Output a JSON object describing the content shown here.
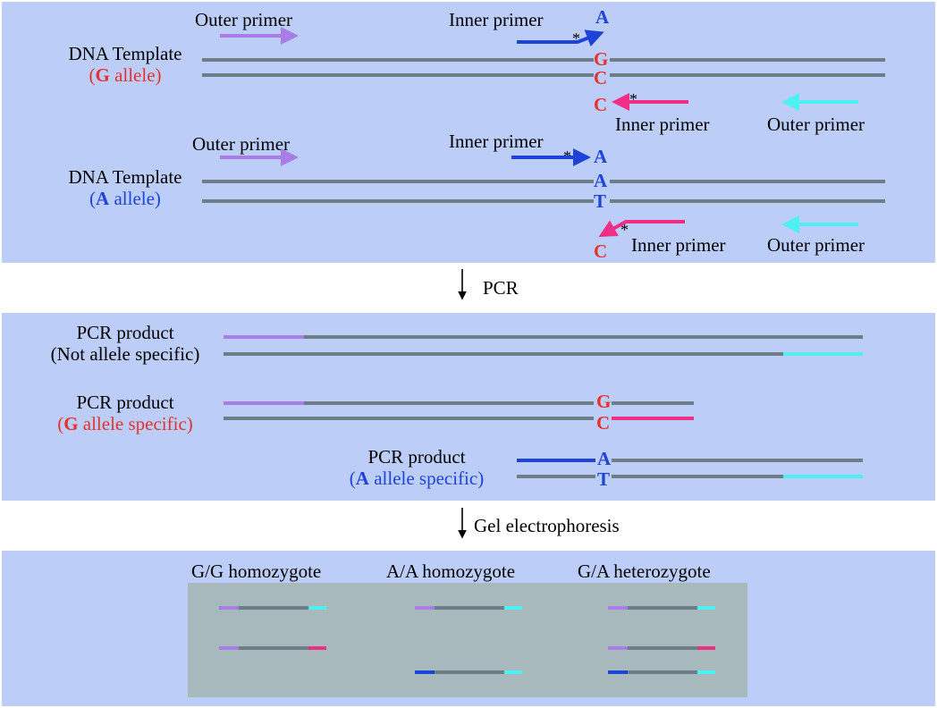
{
  "panel1": {
    "g_section": {
      "outer_primer_top": "Outer primer",
      "inner_primer_top": "Inner primer",
      "template_label": "DNA Template",
      "allele_open": "(",
      "allele_letter": "G",
      "allele_rest": " allele)",
      "base_primer_tip": "A",
      "base_top_strand": "G",
      "base_bottom_strand": "C",
      "base_reverse_tip": "C",
      "star": "*",
      "inner_primer_bottom": "Inner primer",
      "outer_primer_bottom": "Outer primer"
    },
    "a_section": {
      "outer_primer_top": "Outer primer",
      "inner_primer_top": "Inner primer",
      "template_label": "DNA Template",
      "allele_open": "(",
      "allele_letter": "A",
      "allele_rest": " allele)",
      "base_primer_tip": "A",
      "base_top_strand": "A",
      "base_bottom_strand": "T",
      "base_reverse_tip": "C",
      "star": "*",
      "inner_primer_bottom": "Inner primer",
      "outer_primer_bottom": "Outer primer"
    }
  },
  "step1_label": "PCR",
  "panel2": {
    "product1_line1": "PCR product",
    "product1_line2": "(Not allele specific)",
    "product2_line1": "PCR product",
    "product2_open": "(",
    "product2_letter": "G",
    "product2_rest": " allele specific)",
    "product2_base_top": "G",
    "product2_base_bottom": "C",
    "product3_line1": "PCR product",
    "product3_open": "(",
    "product3_letter": "A",
    "product3_rest": " allele specific)",
    "product3_base_top": "A",
    "product3_base_bottom": "T"
  },
  "step2_label": "Gel electrophoresis",
  "panel3": {
    "lanes": [
      "G/G homozygote",
      "A/A homozygote",
      "G/A heterozygote"
    ]
  },
  "colors": {
    "panel": "#bccdf7",
    "gel": "#a8b9bd",
    "strand": "#6e7e86",
    "outer_forward": "#a97de6",
    "outer_reverse": "#4ef0f2",
    "inner_forward": "#1e43d8",
    "inner_reverse": "#ef2f86",
    "g_allele_text": "#e5322f",
    "a_allele_text": "#1f44d8"
  }
}
